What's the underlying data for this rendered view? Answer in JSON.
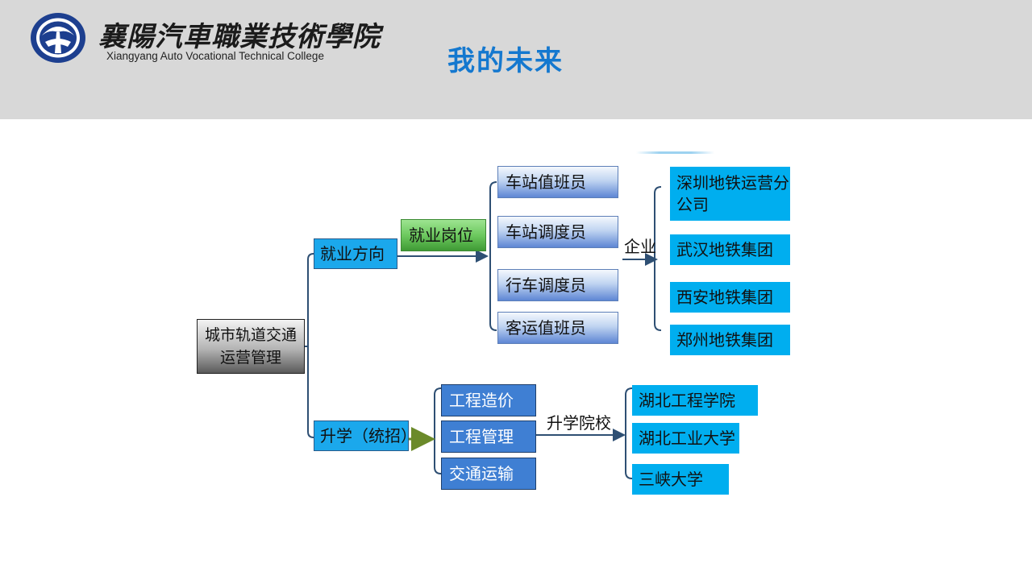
{
  "header": {
    "school_name_cn": "襄陽汽車職業技術學院",
    "school_name_en": "Xiangyang Auto Vocational Technical College",
    "title": "我的未来"
  },
  "diagram": {
    "root": "城市轨道交通运营管理",
    "employment": {
      "label": "就业方向",
      "sub_label": "就业岗位",
      "jobs": [
        "车站值班员",
        "车站调度员",
        "行车调度员",
        "客运值班员"
      ],
      "enterprise_label": "企业",
      "companies": [
        "深圳地铁运营分公司",
        "武汉地铁集团",
        "西安地铁集团",
        "郑州地铁集团"
      ]
    },
    "further_study": {
      "label": "升学（统招）",
      "majors": [
        "工程造价",
        "工程管理",
        "交通运输"
      ],
      "schools_label": "升学院校",
      "schools": [
        "湖北工程学院",
        "湖北工业大学",
        "三峡大学"
      ]
    }
  },
  "colors": {
    "header_bg": "#d8d8d8",
    "title": "#1478cf",
    "category": "#1ba8ec",
    "company": "#00aeef",
    "major": "#3f7fd3",
    "connector": "#2e4f73"
  }
}
